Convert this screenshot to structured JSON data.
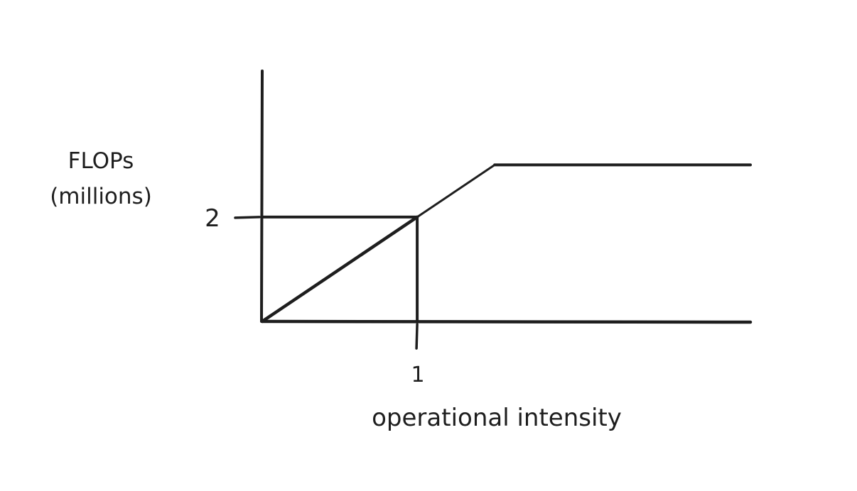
{
  "chart_data": {
    "type": "line",
    "title": "",
    "ylabel": [
      "FLOPs",
      "(millions)"
    ],
    "xlabel": "operational intensity",
    "x_ticks": [
      {
        "value": 1,
        "label": "1"
      }
    ],
    "y_ticks": [
      {
        "value": 2,
        "label": "2"
      }
    ],
    "series": [
      {
        "x": [
          0,
          1,
          1.5,
          3.15
        ],
        "y": [
          0,
          2,
          3,
          3
        ]
      }
    ],
    "reference_lines": [
      {
        "from": [
          0,
          2
        ],
        "to": [
          1,
          2
        ]
      },
      {
        "from": [
          1,
          2
        ],
        "to": [
          1,
          0
        ]
      }
    ],
    "xlim": [
      0,
      3.15
    ],
    "ylim": [
      0,
      4.8
    ],
    "grid": false,
    "legend": "none",
    "colors": {
      "ink": "#1e1e1e",
      "background": "#ffffff"
    }
  }
}
